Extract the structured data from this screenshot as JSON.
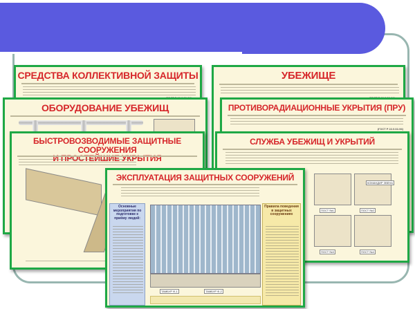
{
  "slide": {
    "accent": "#5a5adf",
    "frame_color": "#98b6b0"
  },
  "posters": {
    "collective": {
      "title": "СРЕДСТВА КОЛЛЕКТИВНОЙ ЗАЩИТЫ",
      "ref": "(ГОСТ Р 22.0.02-94)"
    },
    "shelter": {
      "title": "УБЕЖИЩЕ",
      "ref": "(ГОСТ Р 22.0.02-94)"
    },
    "equipment": {
      "title": "ОБОРУДОВАНИЕ УБЕЖИЩ"
    },
    "pru": {
      "title": "ПРОТИВОРАДИАЦИОННЫЕ УКРЫТИЯ (ПРУ)",
      "ref": "(ГОСТ Р 22.0.02-94)"
    },
    "fast": {
      "title_line1": "БЫСТРОВОЗВОДИМЫЕ ЗАЩИТНЫЕ СООРУЖЕНИЯ",
      "title_line2": "И ПРОСТЕЙШИЕ УКРЫТИЯ"
    },
    "service": {
      "title": "СЛУЖБА УБЕЖИЩ И УКРЫТИЙ",
      "labels": [
        "КОМАНДИР ЗВЕНА",
        "ПОСТ №1",
        "ПОСТ №2",
        "ПОСТ №3",
        "ПОСТ №4"
      ]
    },
    "operation": {
      "title": "ЭКСПЛУАТАЦИЯ ЗАЩИТНЫХ СООРУЖЕНИЙ",
      "left_head": "Основные мероприятия по подготовке к приёму людей:",
      "right_head": "Правила поведения в защитных сооружениях",
      "labels": [
        "ТАМБУР Ф-1",
        "ТАМБУР Ф-2"
      ]
    }
  }
}
